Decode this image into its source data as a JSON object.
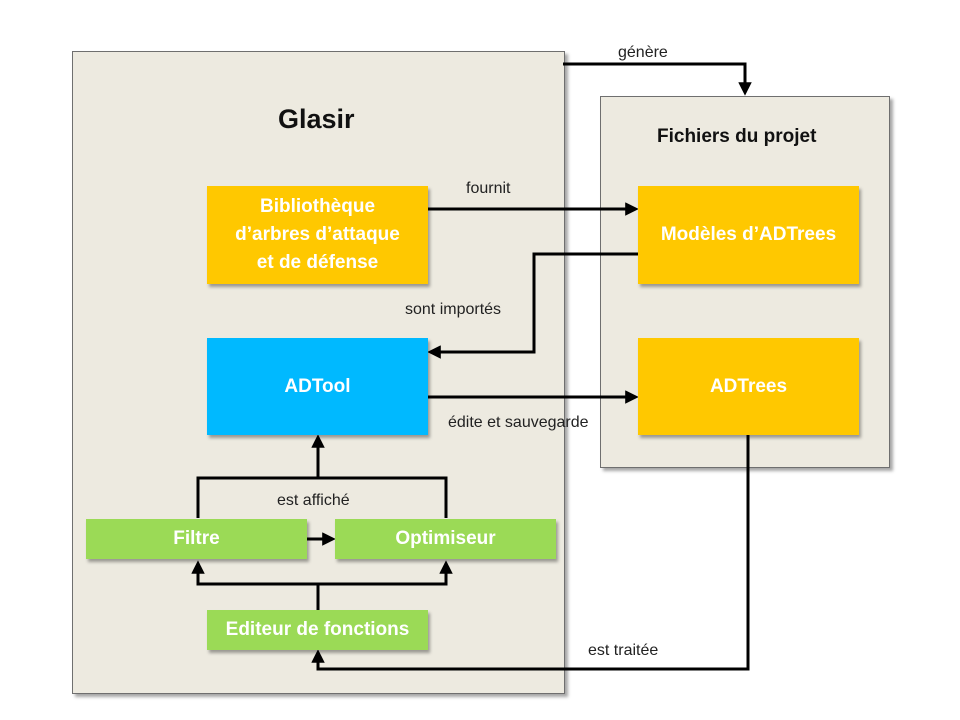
{
  "glasir": {
    "title": "Glasir"
  },
  "project": {
    "title": "Fichiers du projet"
  },
  "nodes": {
    "library": [
      "Bibliothèque",
      "d’arbres d’attaque",
      "et de défense"
    ],
    "adtool": "ADTool",
    "filter": "Filtre",
    "optimizer": "Optimiseur",
    "function_editor": "Editeur de fonctions",
    "adtree_models": "Modèles d’ADTrees",
    "adtrees": "ADTrees"
  },
  "edges": {
    "generates": "génère",
    "provides": "fournit",
    "imported": "sont importés",
    "edits_saves": "édite et sauvegarde",
    "displayed": "est affiché",
    "processed": "est traitée"
  },
  "colors": {
    "panel": "#edeae0",
    "yellow": "#ffc800",
    "blue": "#00b9ff",
    "green": "#9bda56"
  }
}
